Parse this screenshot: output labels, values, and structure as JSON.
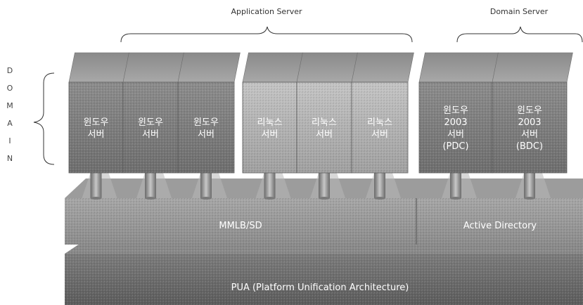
{
  "headers": {
    "application_server": "Application Server",
    "domain_server": "Domain Server"
  },
  "side_label": [
    "D",
    "O",
    "M",
    "A",
    "I",
    "N"
  ],
  "servers": [
    {
      "lines": [
        "윈도우",
        "서버"
      ],
      "tone": "dark"
    },
    {
      "lines": [
        "윈도우",
        "서버"
      ],
      "tone": "dark"
    },
    {
      "lines": [
        "윈도우",
        "서버"
      ],
      "tone": "dark"
    },
    {
      "lines": [
        "리눅스",
        "서버"
      ],
      "tone": "light"
    },
    {
      "lines": [
        "리눅스",
        "서버"
      ],
      "tone": "light"
    },
    {
      "lines": [
        "리눅스",
        "서버"
      ],
      "tone": "light"
    },
    {
      "lines": [
        "윈도우",
        "2003",
        "서버",
        "(PDC)"
      ],
      "tone": "dark"
    },
    {
      "lines": [
        "윈도우",
        "2003",
        "서버",
        "(BDC)"
      ],
      "tone": "dark"
    }
  ],
  "layers": {
    "mmlb": "MMLB/SD",
    "active_directory": "Active Directory",
    "pua": "PUA (Platform Unification Architecture)"
  },
  "colors": {
    "front_dark": "#7a7a7a",
    "front_light": "#b4b4b4",
    "top": "#9a9a9a",
    "side": "#5e5e5e",
    "connector": "#8e8e8e"
  }
}
